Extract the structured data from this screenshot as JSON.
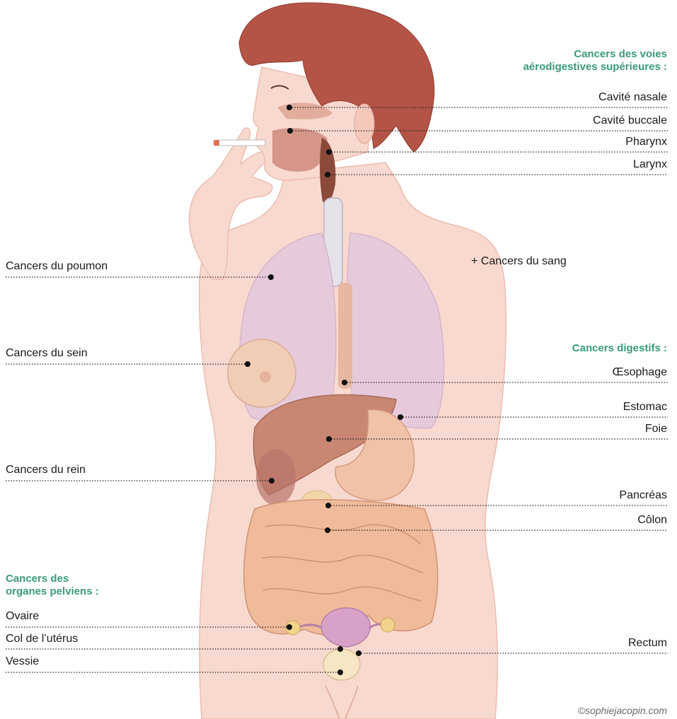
{
  "groups": {
    "vads": {
      "line1": "Cancers des voies",
      "line2": "aérodigestives supérieures :"
    },
    "digestifs": {
      "title": "Cancers digestifs :"
    },
    "pelviens": {
      "line1": "Cancers des",
      "line2": "organes pelviens :"
    }
  },
  "labels": {
    "cavite_nasale": "Cavité nasale",
    "cavite_buccale": "Cavité buccale",
    "pharynx": "Pharynx",
    "larynx": "Larynx",
    "poumon": "Cancers du poumon",
    "sang": "+ Cancers du sang",
    "sein": "Cancers du sein",
    "oesophage": "Œsophage",
    "estomac": "Estomac",
    "foie": "Foie",
    "rein": "Cancers du rein",
    "pancreas": "Pancréas",
    "colon": "Côlon",
    "ovaire": "Ovaire",
    "col_uterus": "Col de l’utérus",
    "vessie": "Vessie",
    "rectum": "Rectum"
  },
  "credit": "©sophiejacopin.com",
  "colors": {
    "accent": "#3a9a78",
    "skin": "#f8d9cf",
    "hair": "#b45446",
    "lung": "#e5c9de",
    "liver": "#c98672",
    "intestine": "#f0bb9a"
  }
}
